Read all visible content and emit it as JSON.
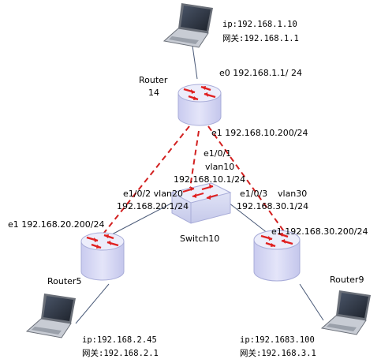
{
  "colors": {
    "link_dash": "#d22020",
    "link_solid": "#4a5a78",
    "router_body": "#d6d8f4",
    "router_top": "#ecedfb",
    "router_edge": "#a8acd8",
    "arrow": "#e02020",
    "switch_body": "#d2d6f0",
    "laptop_frame": "#6a6f78",
    "laptop_screen": "#2a2f3a"
  },
  "nodes": {
    "router_top": {
      "name_line1": "Router",
      "name_line2": "14",
      "icon": "router-icon"
    },
    "router_left": {
      "name": "Router5",
      "icon": "router-icon"
    },
    "router_right": {
      "name": "Router9",
      "icon": "router-icon"
    },
    "switch": {
      "name": "Switch10",
      "icon": "switch-icon"
    },
    "laptop_top": {
      "ip": "ip:192.168.1.10",
      "gateway": "网关:192.168.1.1",
      "icon": "laptop-icon"
    },
    "laptop_left": {
      "ip": "ip:192.168.2.45",
      "gateway": "网关:192.168.2.1",
      "icon": "laptop-icon"
    },
    "laptop_right": {
      "ip": "ip:192.1683.100",
      "gateway": "网关:192.168.3.1",
      "icon": "laptop-icon"
    }
  },
  "interfaces": {
    "top_e0": "e0 192.168.1.1/ 24",
    "top_e1": "e1 192.168.10.200/24",
    "sw_port1": "e1/0/1",
    "sw_vlan10": "vlan10",
    "sw_vlan10_ip": "192.168.10.1/24",
    "sw_port2_vlan20": "e1/0/2 vlan20",
    "sw_vlan20_ip": "192.168.20.1/24",
    "sw_port3": "e1/0/3",
    "sw_vlan30": "vlan30",
    "sw_vlan30_ip": "192.168.30.1/24",
    "left_e1": "e1 192.168.20.200/24",
    "right_e1": "e1 192.168.30.200/24"
  }
}
